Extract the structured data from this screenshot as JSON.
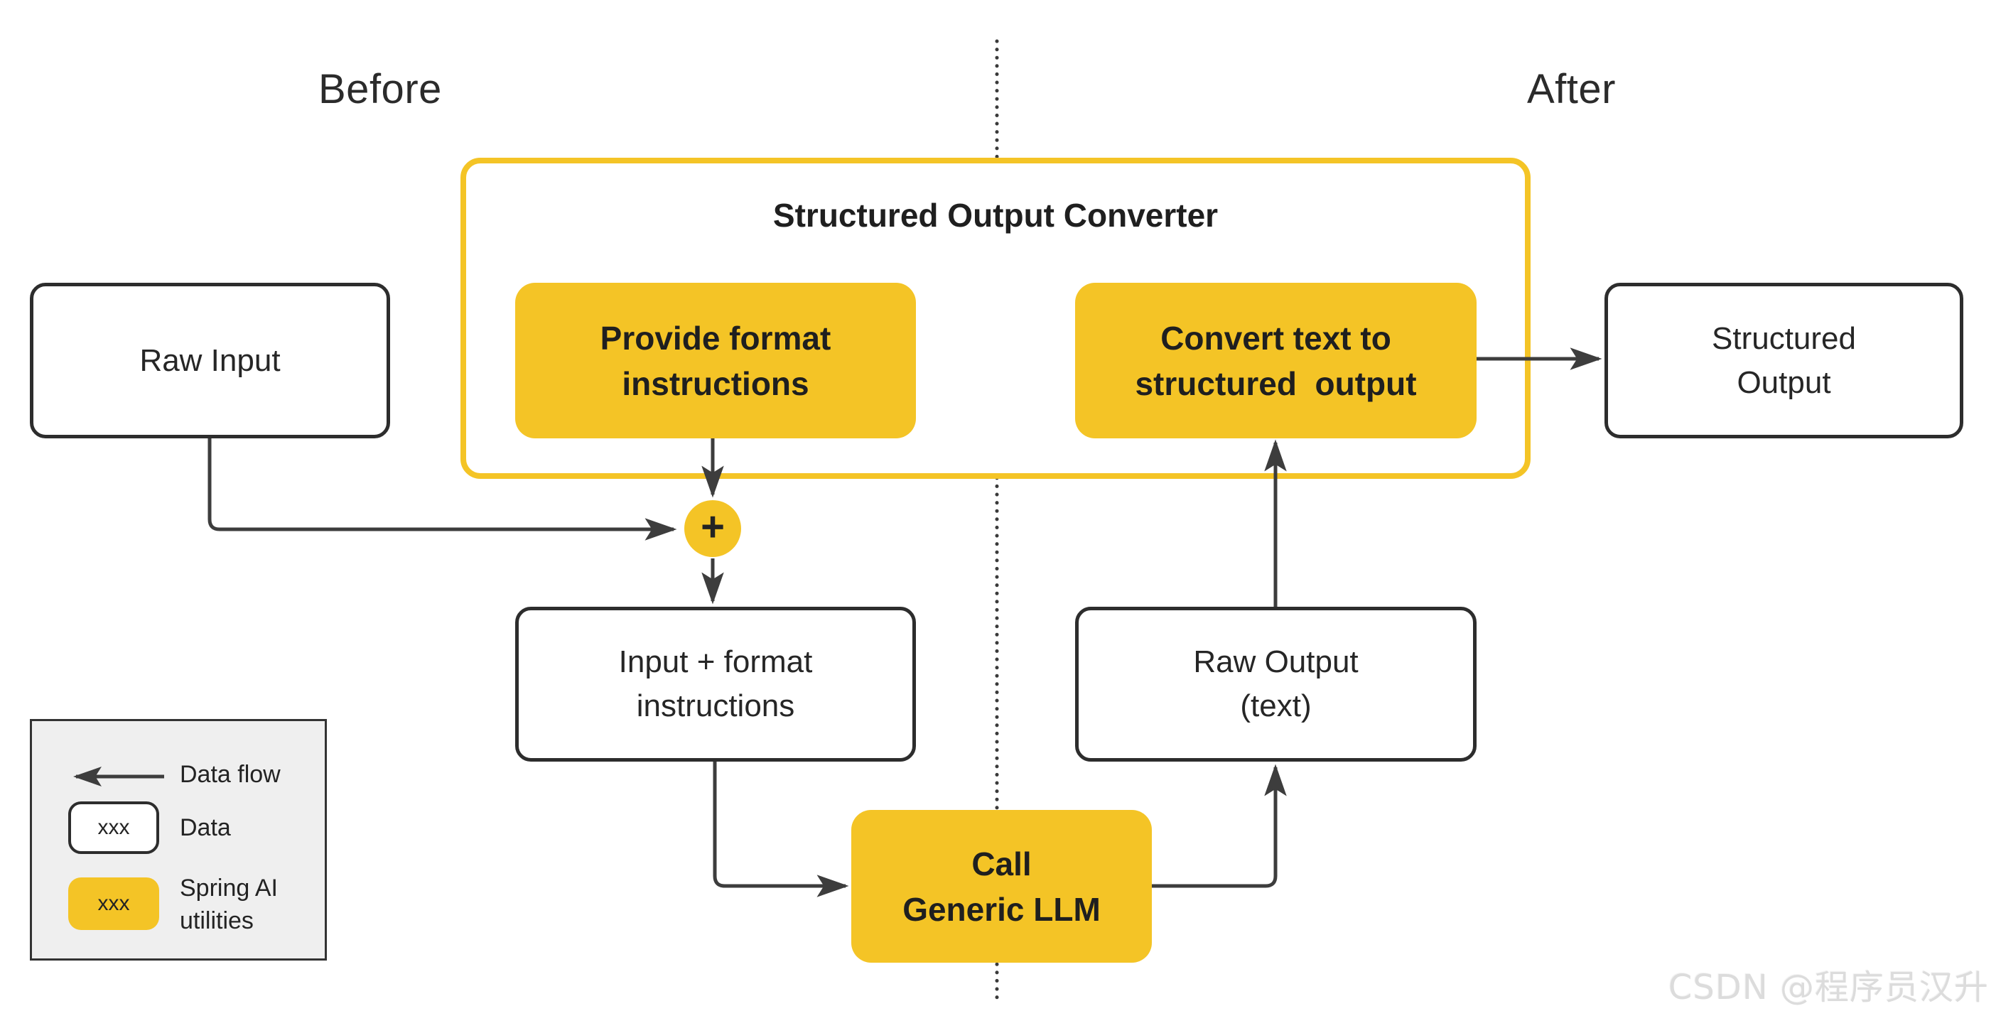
{
  "diagram": {
    "before_label": "Before",
    "after_label": "After",
    "converter": {
      "title": "Structured Output Converter",
      "provide_step": {
        "line1": "Provide format",
        "line2": "instructions"
      },
      "convert_step": {
        "line1": "Convert text to",
        "line2": "structured  output"
      }
    },
    "nodes": {
      "raw_input": {
        "label": "Raw Input"
      },
      "structured_output": {
        "line1": "Structured",
        "line2": "Output"
      },
      "input_format": {
        "line1": "Input + format",
        "line2": "instructions"
      },
      "raw_output": {
        "line1": "Raw Output",
        "line2": "(text)"
      },
      "call_llm": {
        "line1": "Call",
        "line2": "Generic LLM"
      },
      "plus_junction": "+"
    }
  },
  "legend": {
    "data_flow": {
      "label": "Data flow"
    },
    "data": {
      "sample": "xxx",
      "label": "Data"
    },
    "spring_ai": {
      "sample": "xxx",
      "line1": "Spring AI",
      "line2": "utilities"
    }
  },
  "watermark": "CSDN @程序员汉升",
  "colors": {
    "yellow": "#F4C426",
    "box_border": "#2d2d2d",
    "arrow": "#3d3d3d",
    "legend_background": "#EFEFEF",
    "watermark_gray": "#DCDCDC"
  }
}
